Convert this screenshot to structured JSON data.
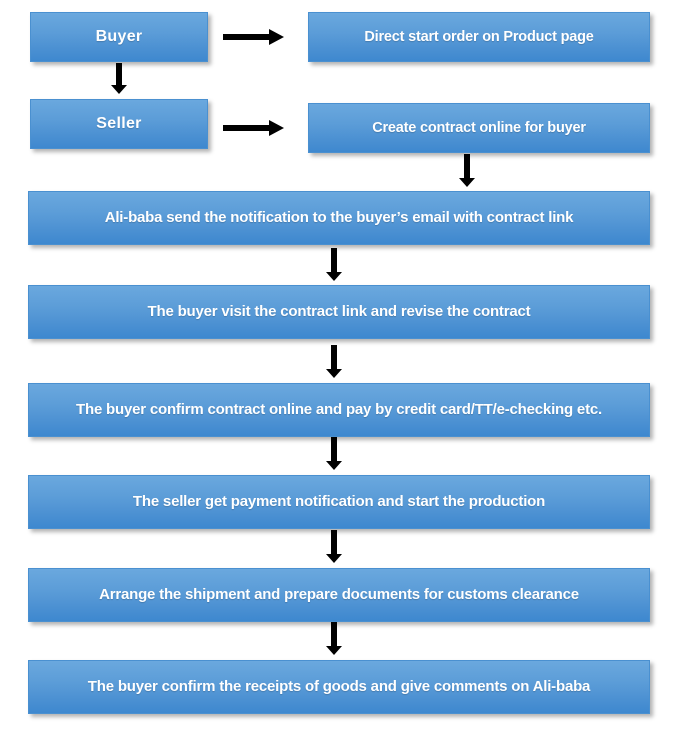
{
  "diagram": {
    "title": "Alibaba online contract and order flow",
    "background_color": "#ffffff",
    "node_fill_top": "#6aa8de",
    "node_fill_bottom": "#3e88cf",
    "node_text_color": "#ffffff",
    "arrow_color": "#000000"
  },
  "nodes": {
    "buyer": "Buyer",
    "seller": "Seller",
    "direct_order": "Direct start order on Product page",
    "create_contract": "Create contract online for buyer",
    "notification": "Ali-baba send the notification to the buyer’s email with contract link",
    "visit_link": "The buyer visit the contract link and revise the contract",
    "confirm_pay": "The buyer confirm contract online and pay by credit card/TT/e-checking etc.",
    "seller_production": "The seller get payment notification and start the production",
    "shipment": "Arrange the shipment and prepare documents for customs clearance",
    "receipts": "The buyer confirm the receipts of goods and give comments on Ali-baba"
  },
  "arrows": [
    {
      "name": "buyer-to-direct-order",
      "direction": "right",
      "from": "buyer",
      "to": "direct_order"
    },
    {
      "name": "buyer-to-seller",
      "direction": "down",
      "from": "buyer",
      "to": "seller"
    },
    {
      "name": "seller-to-create-contract",
      "direction": "right",
      "from": "seller",
      "to": "create_contract"
    },
    {
      "name": "create-contract-to-notification",
      "direction": "down",
      "from": "create_contract",
      "to": "notification"
    },
    {
      "name": "notification-to-visit-link",
      "direction": "down",
      "from": "notification",
      "to": "visit_link"
    },
    {
      "name": "visit-link-to-confirm-pay",
      "direction": "down",
      "from": "visit_link",
      "to": "confirm_pay"
    },
    {
      "name": "confirm-pay-to-seller-production",
      "direction": "down",
      "from": "confirm_pay",
      "to": "seller_production"
    },
    {
      "name": "seller-production-to-shipment",
      "direction": "down",
      "from": "seller_production",
      "to": "shipment"
    },
    {
      "name": "shipment-to-receipts",
      "direction": "down",
      "from": "shipment",
      "to": "receipts"
    }
  ]
}
